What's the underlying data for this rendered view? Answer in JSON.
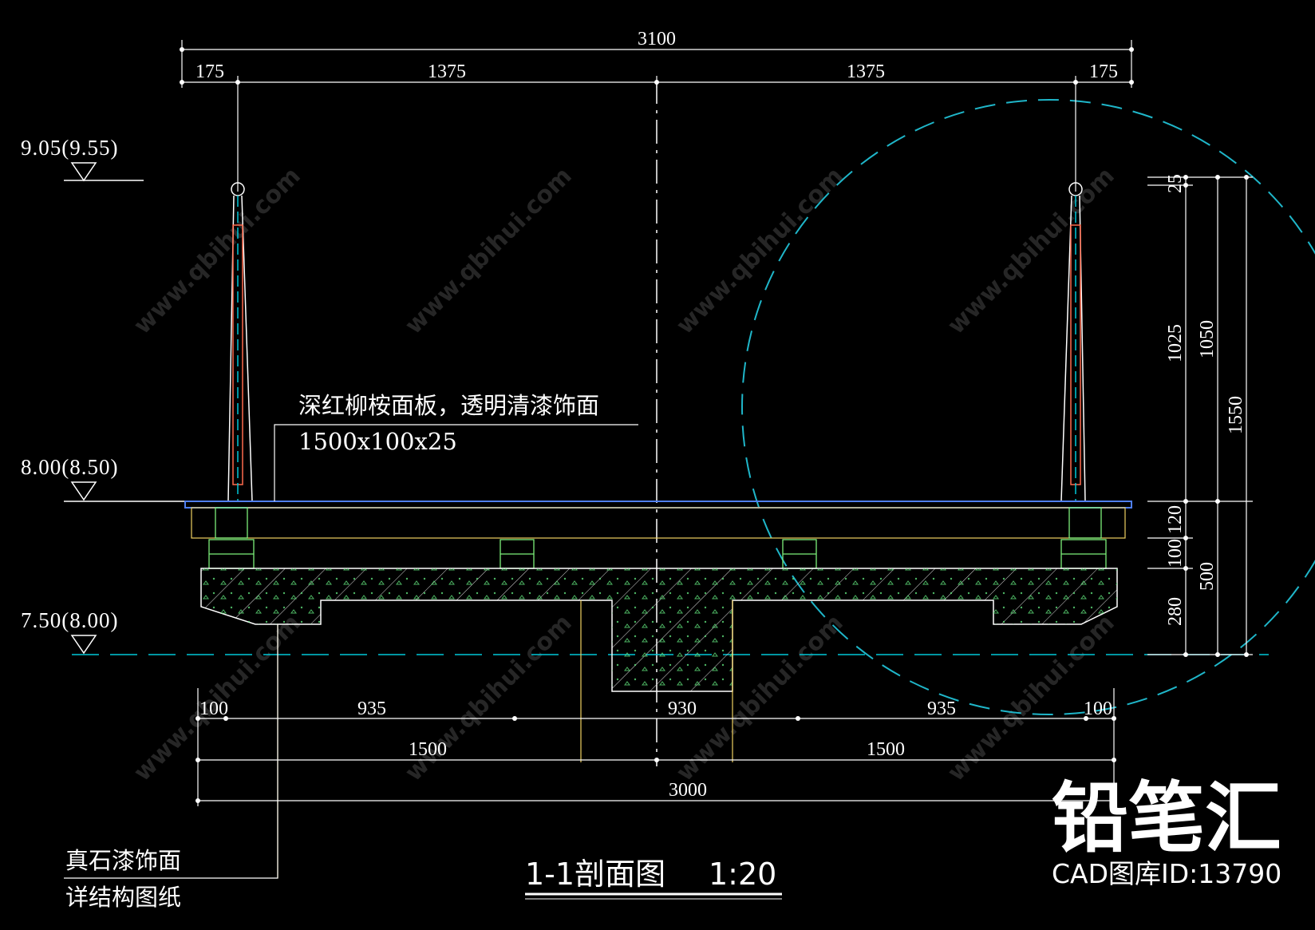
{
  "levels": [
    {
      "label": "9.05(9.55)"
    },
    {
      "label": "8.00(8.50)"
    },
    {
      "label": "7.50(8.00)"
    }
  ],
  "top_dims": {
    "overall": "3100",
    "segments": [
      "175",
      "1375",
      "1375",
      "175"
    ]
  },
  "right_dims": {
    "d25": "25",
    "d1025": "1025",
    "d1050": "1050",
    "d1550": "1550",
    "d120": "120",
    "d100": "100",
    "d500": "500",
    "d280": "280"
  },
  "bottom_dims": {
    "row1": [
      "100",
      "935",
      "930",
      "935",
      "100"
    ],
    "row2": [
      "1500",
      "1500"
    ],
    "overall": "3000"
  },
  "notes": {
    "panel_line1": "深红柳桉面板，透明清漆饰面",
    "panel_line2": "1500x100x25",
    "stone_line1": "真石漆饰面",
    "stone_line2": "详结构图纸"
  },
  "title": {
    "text": "1-1剖面图",
    "scale": "1:20"
  },
  "brand": {
    "name": "铅笔汇",
    "id": "CAD图库ID:13790"
  },
  "watermark": {
    "text": "www.qbihui.com"
  },
  "colors": {
    "background": "#000000",
    "dimension": "#ffffff",
    "panel": "#4f7ff0",
    "cyan": "#00c8d8",
    "concrete_hatch": "#5fe07a",
    "frame": "#ffffff",
    "detail_circle": "#1fb6c9"
  }
}
